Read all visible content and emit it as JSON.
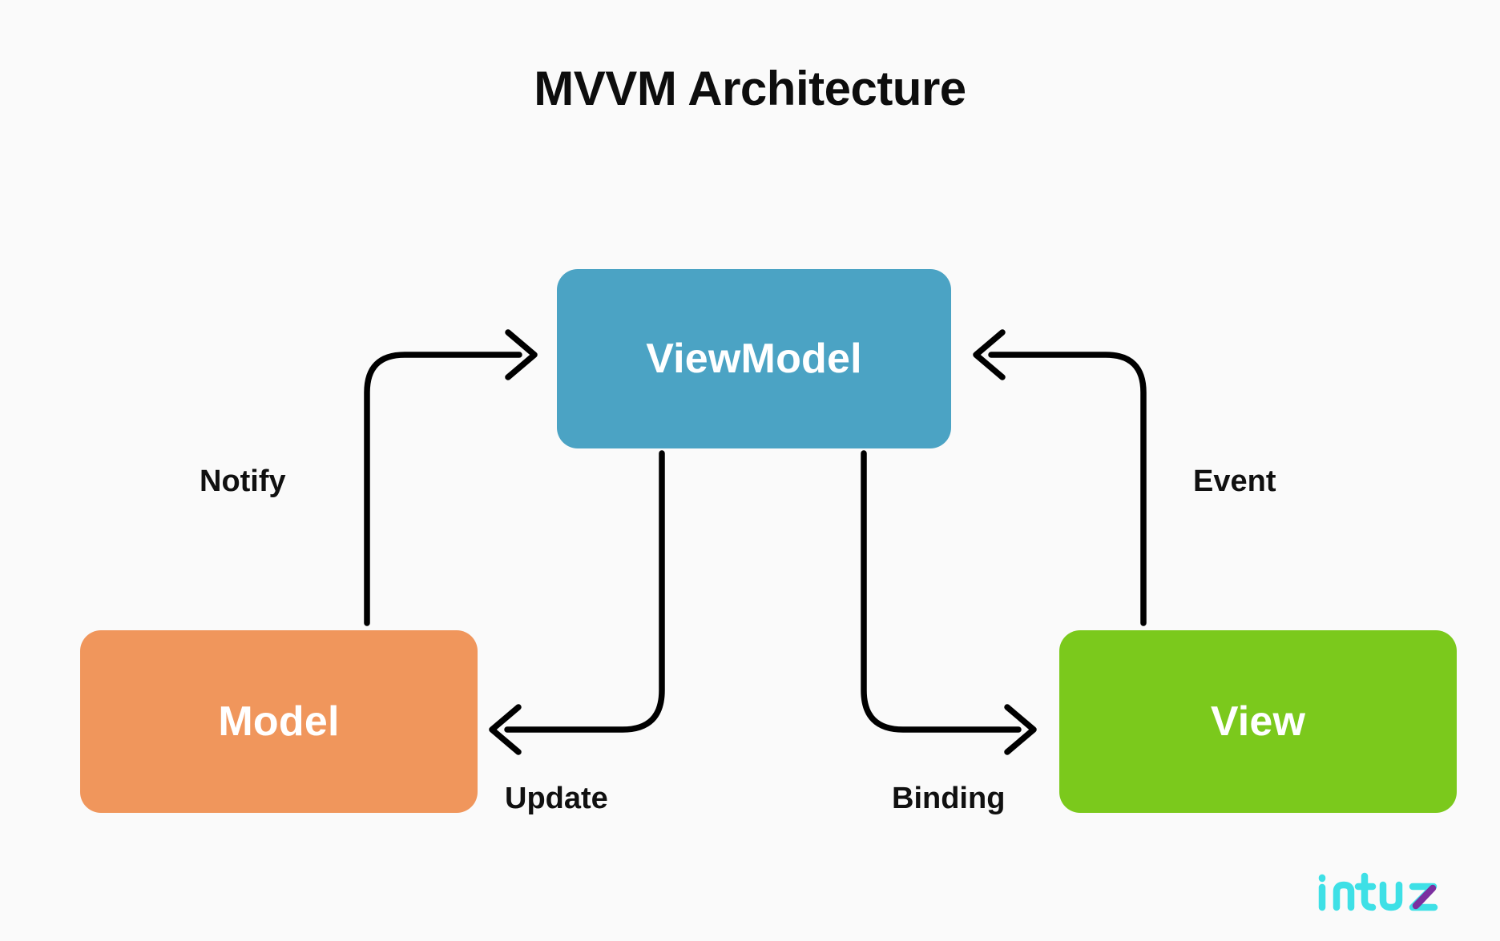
{
  "page": {
    "title": "MVVM Architecture",
    "background_color": "#fafafa",
    "text_color": "#0d0d0d"
  },
  "diagram": {
    "type": "flow-diagram",
    "nodes": [
      {
        "id": "viewmodel",
        "label": "ViewModel",
        "color": "#4ba3c4",
        "text_color": "#ffffff"
      },
      {
        "id": "model",
        "label": "Model",
        "color": "#f0965c",
        "text_color": "#ffffff"
      },
      {
        "id": "view",
        "label": "View",
        "color": "#7bc91c",
        "text_color": "#ffffff"
      }
    ],
    "edges": [
      {
        "id": "notify",
        "label": "Notify",
        "from": "model",
        "to": "viewmodel",
        "color": "#000000"
      },
      {
        "id": "update",
        "label": "Update",
        "from": "viewmodel",
        "to": "model",
        "color": "#000000"
      },
      {
        "id": "binding",
        "label": "Binding",
        "from": "viewmodel",
        "to": "view",
        "color": "#000000"
      },
      {
        "id": "event",
        "label": "Event",
        "from": "view",
        "to": "viewmodel",
        "color": "#000000"
      }
    ]
  },
  "brand": {
    "name": "intuz",
    "primary_color": "#3ee0e6",
    "accent_color": "#7b2fa0"
  }
}
